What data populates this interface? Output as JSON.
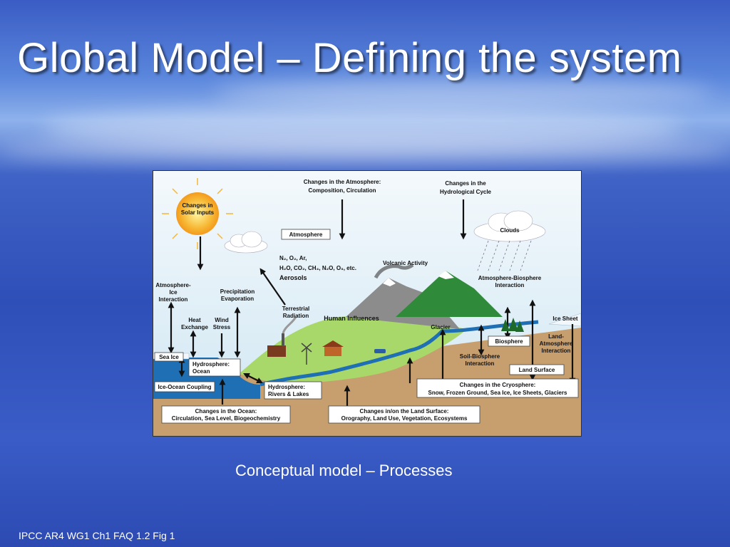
{
  "slide": {
    "title": "Global Model – Defining the system",
    "caption": "Conceptual model – Processes",
    "source": "IPCC AR4 WG1 Ch1 FAQ 1.2 Fig 1"
  },
  "diagram": {
    "labels": {
      "solar": [
        "Changes in",
        "Solar Inputs"
      ],
      "atmos_changes": [
        "Changes in the Atmosphere:",
        "Composition, Circulation"
      ],
      "hydro_cycle": [
        "Changes in the",
        "Hydrological Cycle"
      ],
      "atmosphere": "Atmosphere",
      "clouds": "Clouds",
      "gases_line1": "N₂, O₂, Ar,",
      "gases_line2": "H₂O, CO₂, CH₄, N₂O, O₃, etc.",
      "aerosols": "Aerosols",
      "volcanic": "Volcanic Activity",
      "atm_bio": [
        "Atmosphere-Biosphere",
        "Interaction"
      ],
      "atm_ice": [
        "Atmosphere-",
        "Ice",
        "Interaction"
      ],
      "precip": [
        "Precipitation",
        "Evaporation"
      ],
      "terrestrial": [
        "Terrestrial",
        "Radiation"
      ],
      "human": "Human Influences",
      "glacier": "Glacier",
      "ice_sheet": "Ice Sheet",
      "heat": [
        "Heat",
        "Exchange"
      ],
      "wind": [
        "Wind",
        "Stress"
      ],
      "land_atm": [
        "Land-",
        "Atmosphere",
        "Interaction"
      ],
      "biosphere": "Biosphere",
      "sea_ice": "Sea Ice",
      "hydrosphere_ocean": [
        "Hydrosphere:",
        "Ocean"
      ],
      "soil_bio": [
        "Soil-Biosphere",
        "Interaction"
      ],
      "land_surface": "Land Surface",
      "ice_ocean": "Ice-Ocean Coupling",
      "rivers": [
        "Hydrosphere:",
        "Rivers & Lakes"
      ],
      "cryo": [
        "Changes in the Cryosphere:",
        "Snow, Frozen Ground, Sea Ice, Ice Sheets, Glaciers"
      ],
      "ocean_changes": [
        "Changes in the Ocean:",
        "Circulation, Sea Level, Biogeochemistry"
      ],
      "land_changes": [
        "Changes in/on the Land Surface:",
        "Orography, Land Use, Vegetation, Ecosystems"
      ]
    },
    "colors": {
      "sky": "#dfeef7",
      "ocean": "#1f6fb5",
      "ground": "#c79e6e",
      "land": "#a8d86a",
      "mountain": "#2f8a3a",
      "sun": "#f7b733"
    }
  }
}
